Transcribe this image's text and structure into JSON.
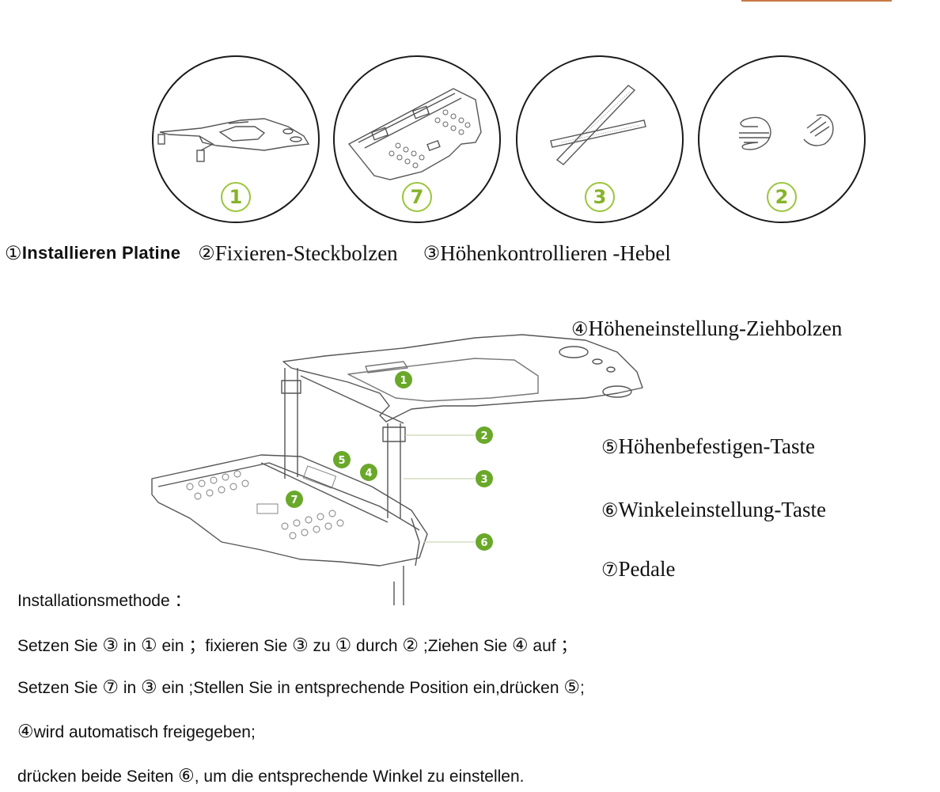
{
  "parts_overview": {
    "circles": [
      {
        "id": "platine",
        "badge": "1",
        "name": "Installieren Platine"
      },
      {
        "id": "pedale",
        "badge": "7",
        "name": "Pedale"
      },
      {
        "id": "hebel",
        "badge": "3",
        "name": "Höhenkontrollieren -Hebel"
      },
      {
        "id": "steckbolzen",
        "badge": "2",
        "name": "Fixieren-Steckbolzen"
      }
    ],
    "legend": [
      {
        "num": "①",
        "text": "Installieren Platine"
      },
      {
        "num": "②",
        "text": "Fixieren-Steckbolzen"
      },
      {
        "num": "③",
        "text": "Höhenkontrollieren -Hebel"
      }
    ]
  },
  "assembly_diagram": {
    "callout_badges": [
      "1",
      "2",
      "3",
      "4",
      "5",
      "6",
      "7"
    ],
    "labels": [
      {
        "num": "④",
        "text": "Höheneinstellung-Ziehbolzen"
      },
      {
        "num": "⑤",
        "text": "Höhenbefestigen-Taste"
      },
      {
        "num": "⑥",
        "text": "Winkeleinstellung-Taste"
      },
      {
        "num": "⑦",
        "text": "Pedale"
      }
    ]
  },
  "instructions": {
    "heading": "Installationsmethode ：",
    "lines": [
      [
        {
          "t": "Setzen Sie "
        },
        {
          "n": "③"
        },
        {
          "t": " in "
        },
        {
          "n": "①"
        },
        {
          "t": " ein ；fixieren Sie "
        },
        {
          "n": "③"
        },
        {
          "t": " zu "
        },
        {
          "n": "①"
        },
        {
          "t": " durch "
        },
        {
          "n": "②"
        },
        {
          "t": " ;Ziehen Sie "
        },
        {
          "n": "④"
        },
        {
          "t": " auf  ；"
        }
      ],
      [
        {
          "t": "Setzen Sie "
        },
        {
          "n": "⑦"
        },
        {
          "t": " in "
        },
        {
          "n": "③"
        },
        {
          "t": " ein ;Stellen Sie in entsprechende Position ein,drücken "
        },
        {
          "n": "⑤"
        },
        {
          "t": ";"
        }
      ],
      [
        {
          "n": "④"
        },
        {
          "t": "wird automatisch freigegeben;"
        }
      ],
      [
        {
          "t": "drücken beide Seiten "
        },
        {
          "n": "⑥"
        },
        {
          "t": ", um die entsprechende Winkel zu einstellen."
        }
      ]
    ]
  },
  "colors": {
    "badge_green": "#6aa82a",
    "badge_outline_green": "#9bc53d",
    "line_art": "#555555",
    "top_accent": "#c87a45"
  }
}
